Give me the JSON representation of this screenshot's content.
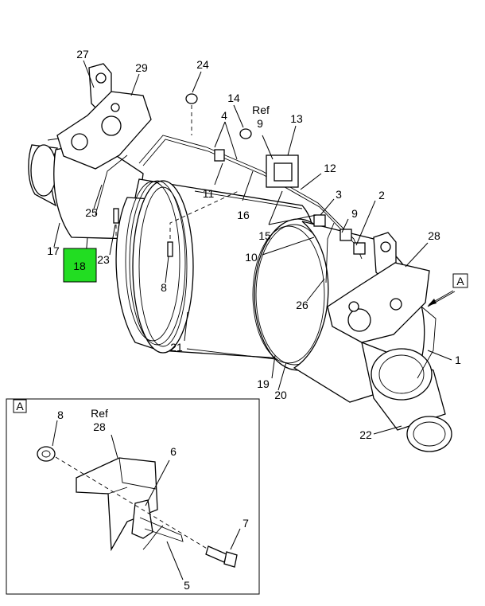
{
  "highlight_color": "#22dd22",
  "labels": {
    "p1": "1",
    "p2": "2",
    "p3": "3",
    "p4": "4",
    "p5": "5",
    "p6": "6",
    "p7": "7",
    "p8a": "8",
    "p8b": "8",
    "p9a": "9",
    "p9b": "9",
    "p10": "10",
    "p11": "11",
    "p12": "12",
    "p13": "13",
    "p14": "14",
    "p15": "15",
    "p16": "16",
    "p17": "17",
    "p18": "18",
    "p19": "19",
    "p20": "20",
    "p21": "21",
    "p22": "22",
    "p23": "23",
    "p24": "24",
    "p25": "25",
    "p26": "26",
    "p27": "27",
    "p28a": "28",
    "p28b": "28",
    "p29": "29",
    "ref_main": "Ref",
    "ref_inset": "Ref",
    "view_a_main": "A",
    "view_a_inset": "A"
  }
}
